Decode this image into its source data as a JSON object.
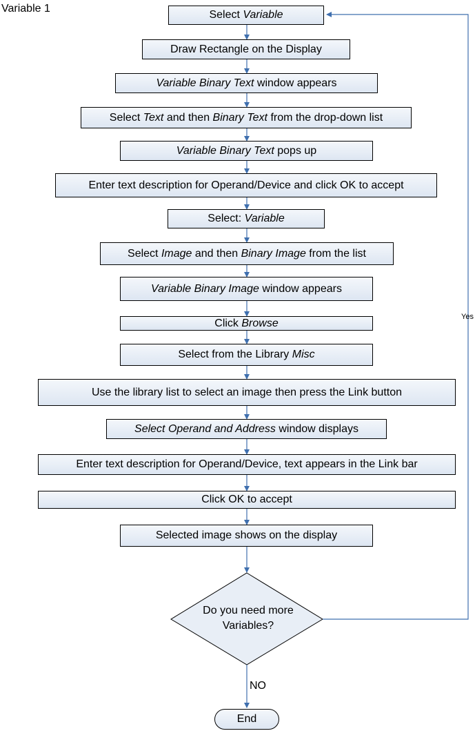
{
  "title": "Variable 1",
  "steps": [
    [
      {
        "t": "Select "
      },
      {
        "t": "Variable",
        "i": true
      }
    ],
    [
      {
        "t": "Draw Rectangle on the Display"
      }
    ],
    [
      {
        "t": "Variable Binary Text",
        "i": true
      },
      {
        "t": " window appears"
      }
    ],
    [
      {
        "t": "Select "
      },
      {
        "t": "Text",
        "i": true
      },
      {
        "t": " and then "
      },
      {
        "t": "Binary Text",
        "i": true
      },
      {
        "t": " from the drop-down list"
      }
    ],
    [
      {
        "t": "Variable Binary Text",
        "i": true
      },
      {
        "t": " pops up"
      }
    ],
    [
      {
        "t": "Enter text description for Operand/Device and click OK to accept"
      }
    ],
    [
      {
        "t": "Select: "
      },
      {
        "t": "Variable",
        "i": true
      }
    ],
    [
      {
        "t": "Select "
      },
      {
        "t": "Image",
        "i": true
      },
      {
        "t": " and then "
      },
      {
        "t": "Binary Image",
        "i": true
      },
      {
        "t": " from the list"
      }
    ],
    [
      {
        "t": "Variable Binary Image",
        "i": true
      },
      {
        "t": " window appears"
      }
    ],
    [
      {
        "t": "Click "
      },
      {
        "t": "Browse",
        "i": true
      }
    ],
    [
      {
        "t": "Select from the Library "
      },
      {
        "t": "Misc",
        "i": true
      }
    ],
    [
      {
        "t": "Use the library list to select an image then press the Link button"
      }
    ],
    [
      {
        "t": "Select Operand and Address",
        "i": true
      },
      {
        "t": " window displays"
      }
    ],
    [
      {
        "t": "Enter text description for Operand/Device, text appears in the Link bar"
      }
    ],
    [
      {
        "t": "Click OK to accept"
      }
    ],
    [
      {
        "t": "Selected image shows on the display"
      }
    ]
  ],
  "decision": {
    "line1": "Do you need more",
    "line2": "Variables?"
  },
  "yes_label": "Yes",
  "no_label": "NO",
  "end_label": "End",
  "colors": {
    "arrow": "#3f6fae",
    "box_top": "#f4f7fb",
    "box_bottom": "#dde6f2",
    "border": "#000000"
  }
}
